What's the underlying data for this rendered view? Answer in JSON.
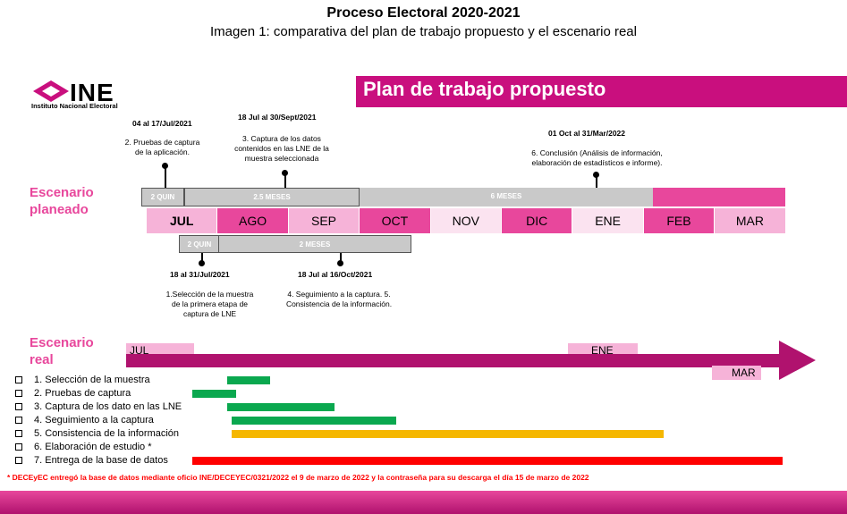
{
  "header": {
    "title": "Proceso Electoral 2020-2021",
    "subtitle": "Imagen 1: comparativa del plan de trabajo propuesto y el escenario real"
  },
  "logo": {
    "text": "INE",
    "subtitle": "Instituto Nacional Electoral"
  },
  "plan_banner": "Plan de trabajo propuesto",
  "colors": {
    "magenta": "#c90f7e",
    "pink": "#e8479c",
    "light_pink": "#f6b3d8",
    "gray": "#c9c9c9",
    "green": "#0aa84f",
    "yellow": "#f5b700",
    "red": "#ff0000"
  },
  "scenarios": {
    "planned": "Escenario planeado",
    "real": "Escenario real"
  },
  "months": [
    {
      "label": "JUL",
      "bold": true,
      "color": "#f6b3d8"
    },
    {
      "label": "AGO",
      "bold": false,
      "color": "#e8479c"
    },
    {
      "label": "SEP",
      "bold": false,
      "color": "#f6b3d8"
    },
    {
      "label": "OCT",
      "bold": false,
      "color": "#e8479c"
    },
    {
      "label": "NOV",
      "bold": false,
      "color": "#fbe3f0"
    },
    {
      "label": "DIC",
      "bold": false,
      "color": "#e8479c"
    },
    {
      "label": "ENE",
      "bold": false,
      "color": "#fbe3f0"
    },
    {
      "label": "FEB",
      "bold": false,
      "color": "#e8479c"
    },
    {
      "label": "MAR",
      "bold": false,
      "color": "#f6b3d8"
    }
  ],
  "upper_bars": {
    "quin": "2 QUIN",
    "mid": "2.5 MESES",
    "long": "6 MESES"
  },
  "lower_bars": {
    "quin": "2 QUIN",
    "mid": "2 MESES"
  },
  "milestones": {
    "m1": {
      "date": "04 al 17/Jul/2021",
      "text": "2. Pruebas de captura de la aplicación."
    },
    "m3": {
      "date": "18 Jul al 30/Sept/2021",
      "text": "3. Captura de los datos contenidos en las LNE de la muestra seleccionada"
    },
    "m6": {
      "date": "01 Oct al 31/Mar/2022",
      "text": "6. Conclusión (Análisis de información, elaboración de estadísticos e informe)."
    },
    "m1b": {
      "date": "18 al 31/Jul/2021",
      "text": "1.Selección de la muestra de la primera etapa de captura de LNE"
    },
    "m4": {
      "date": "18 Jul al 16/Oct/2021",
      "text": "4. Seguimiento a la captura. 5. Consistencia de la información."
    }
  },
  "real_months": {
    "start": "JUL",
    "mid": "ENE",
    "end": "MAR"
  },
  "chart_data": {
    "type": "gantt",
    "tasks": [
      {
        "label": "1. Selección de la muestra",
        "start": "JUL 20",
        "end": "AGO 08",
        "color": "#0aa84f"
      },
      {
        "label": "2. Pruebas de captura",
        "start": "JUL 05",
        "end": "JUL 24",
        "color": "#0aa84f"
      },
      {
        "label": "3. Captura de los dato en las LNE",
        "start": "JUL 20",
        "end": "SEP 05",
        "color": "#0aa84f"
      },
      {
        "label": "4. Seguimiento a la captura",
        "start": "JUL 22",
        "end": "OCT 01",
        "color": "#0aa84f"
      },
      {
        "label": "5. Consistencia de la información",
        "start": "JUL 22",
        "end": "ENE 25",
        "color": "#f5b700"
      },
      {
        "label": "6. Elaboración de estudio *",
        "start": "",
        "end": "",
        "color": ""
      },
      {
        "label": "7. Entrega de la base de datos",
        "start": "JUL 05",
        "end": "MAR 15",
        "color": "#ff0000"
      }
    ]
  },
  "footnote": "* DECEyEC entregó la base de datos mediante oficio  INE/DECEYEC/0321/2022 el 9 de marzo de 2022 y la contraseña para su descarga el día 15 de marzo de 2022"
}
